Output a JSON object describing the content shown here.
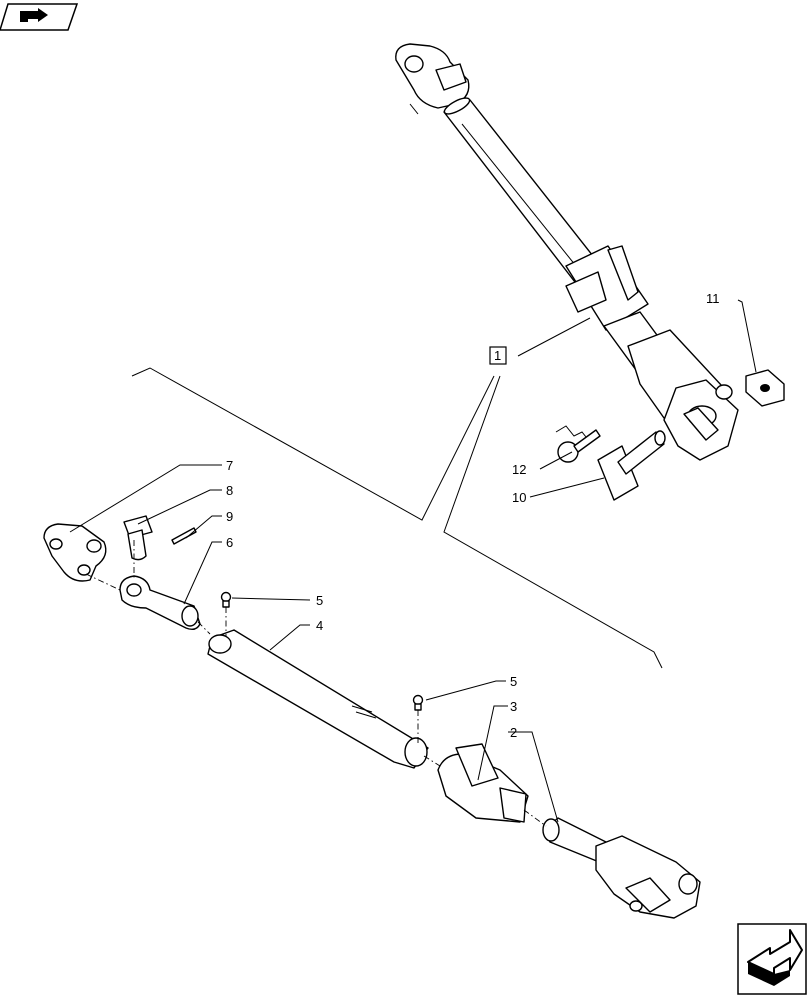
{
  "callouts": {
    "c1": "1",
    "c2": "2",
    "c3": "3",
    "c4": "4",
    "c5a": "5",
    "c5b": "5",
    "c6": "6",
    "c7": "7",
    "c8": "8",
    "c9": "9",
    "c10": "10",
    "c11": "11",
    "c12": "12"
  },
  "icons": {
    "top_nav": "forward-arrow-icon",
    "bottom_nav": "page-forward-arrow-icon"
  }
}
